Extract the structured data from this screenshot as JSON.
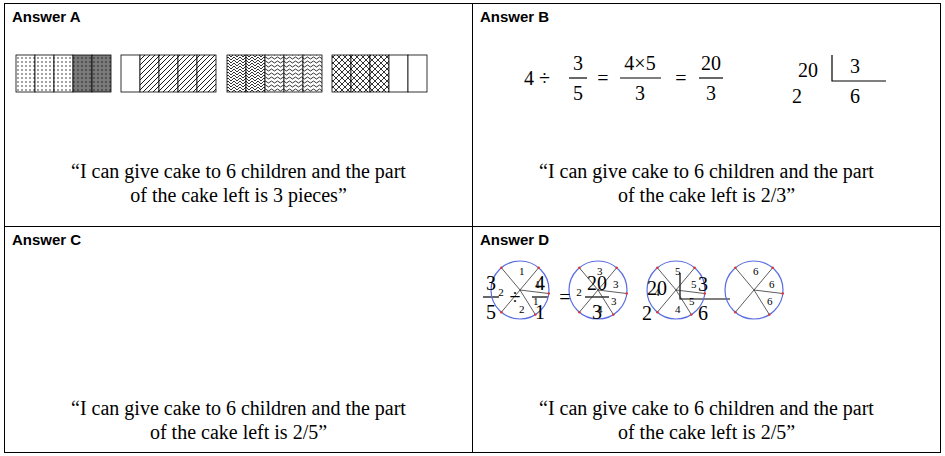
{
  "diagram": {
    "nodes": [
      {
        "text": [
          "Answer A",
          "“I can give cake to 6 children and the part of the cake left is 3 pieces”"
        ]
      },
      {
        "text": [
          "Answer B",
          "“I can give cake to 6 children and the part of the cake left is 2/3”"
        ]
      },
      {
        "text": [
          "Answer C",
          "“I can give cake to 6 children and the part of the cake left is 2/5”"
        ]
      },
      {
        "text": [
          "Answer D",
          "“I can give cake to 6 children and the part of the cake left is 2/5”"
        ]
      },
      {
        "text": [
          "1",
          "1",
          "2",
          "2",
          "1"
        ],
        "in": 3
      },
      {
        "text": [
          "3",
          "3",
          "2",
          "4",
          "3"
        ],
        "in": 3
      },
      {
        "text": [
          "5",
          "5",
          "4",
          "4",
          "5"
        ],
        "in": 3
      },
      {
        "text": [
          "6",
          "6",
          "6"
        ],
        "in": 3
      }
    ],
    "labels": [
      "4 ÷",
      "3",
      "5",
      "=",
      "4×5",
      "3",
      "=",
      "20",
      "3",
      "20",
      "3",
      "2",
      "6",
      "3",
      "5",
      "÷",
      "4",
      "1",
      "=",
      "20",
      "3",
      "20",
      "3",
      "2",
      "6"
    ]
  }
}
